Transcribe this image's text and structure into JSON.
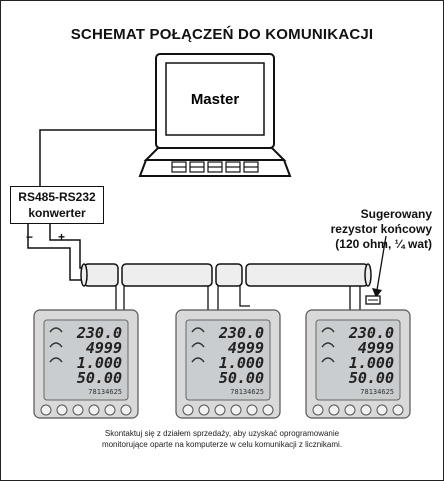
{
  "diagram": {
    "title": "SCHEMAT POŁĄCZEŃ DO KOMUNIKACJI",
    "master_label": "Master",
    "converter": {
      "line1": "RS485-RS232",
      "line2": "konwerter"
    },
    "polarity": {
      "minus": "−",
      "plus": "+"
    },
    "resistor_note": {
      "line1": "Sugerowany",
      "line2": "rezystor końcowy",
      "line3": "(120 ohm, ¼ wat)"
    },
    "meter_readings": {
      "line1": "230.0",
      "line2": "4999",
      "line3": "1.000",
      "line4": "50.00",
      "total": "78134625"
    },
    "footer": {
      "line1": "Skontaktuj się z działem sprzedaży, aby uzyskać oprogramowanie",
      "line2": "monitorujące oparte na komputerze w celu komunikacji z licznikami."
    },
    "colors": {
      "line": "#111111",
      "meter_body": "#d9d9d9",
      "lcd": "#c9cdcf",
      "cable": "#eeeeee"
    }
  }
}
